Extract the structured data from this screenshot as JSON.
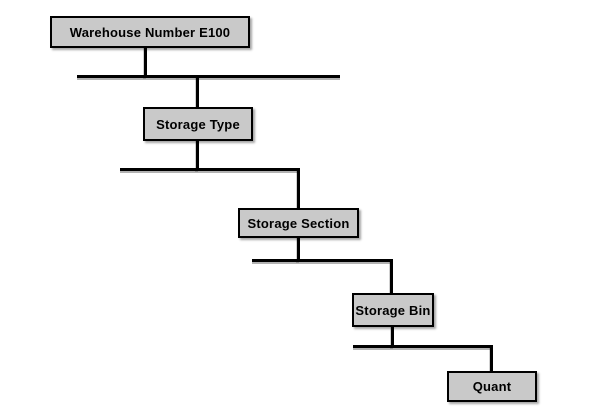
{
  "diagram": {
    "type": "hierarchy",
    "nodes": [
      {
        "id": "warehouse",
        "label": "Warehouse Number E100"
      },
      {
        "id": "storage-type",
        "label": "Storage Type"
      },
      {
        "id": "storage-section",
        "label": "Storage Section"
      },
      {
        "id": "storage-bin",
        "label": "Storage Bin"
      },
      {
        "id": "quant",
        "label": "Quant"
      }
    ],
    "edges": [
      {
        "from": "warehouse",
        "to": "storage-type"
      },
      {
        "from": "storage-type",
        "to": "storage-section"
      },
      {
        "from": "storage-section",
        "to": "storage-bin"
      },
      {
        "from": "storage-bin",
        "to": "quant"
      }
    ],
    "colors": {
      "background": "#ffffff",
      "node_fill": "#c9c9c9",
      "node_border": "#000000",
      "node_text": "#000000",
      "connector": "#000000"
    }
  }
}
